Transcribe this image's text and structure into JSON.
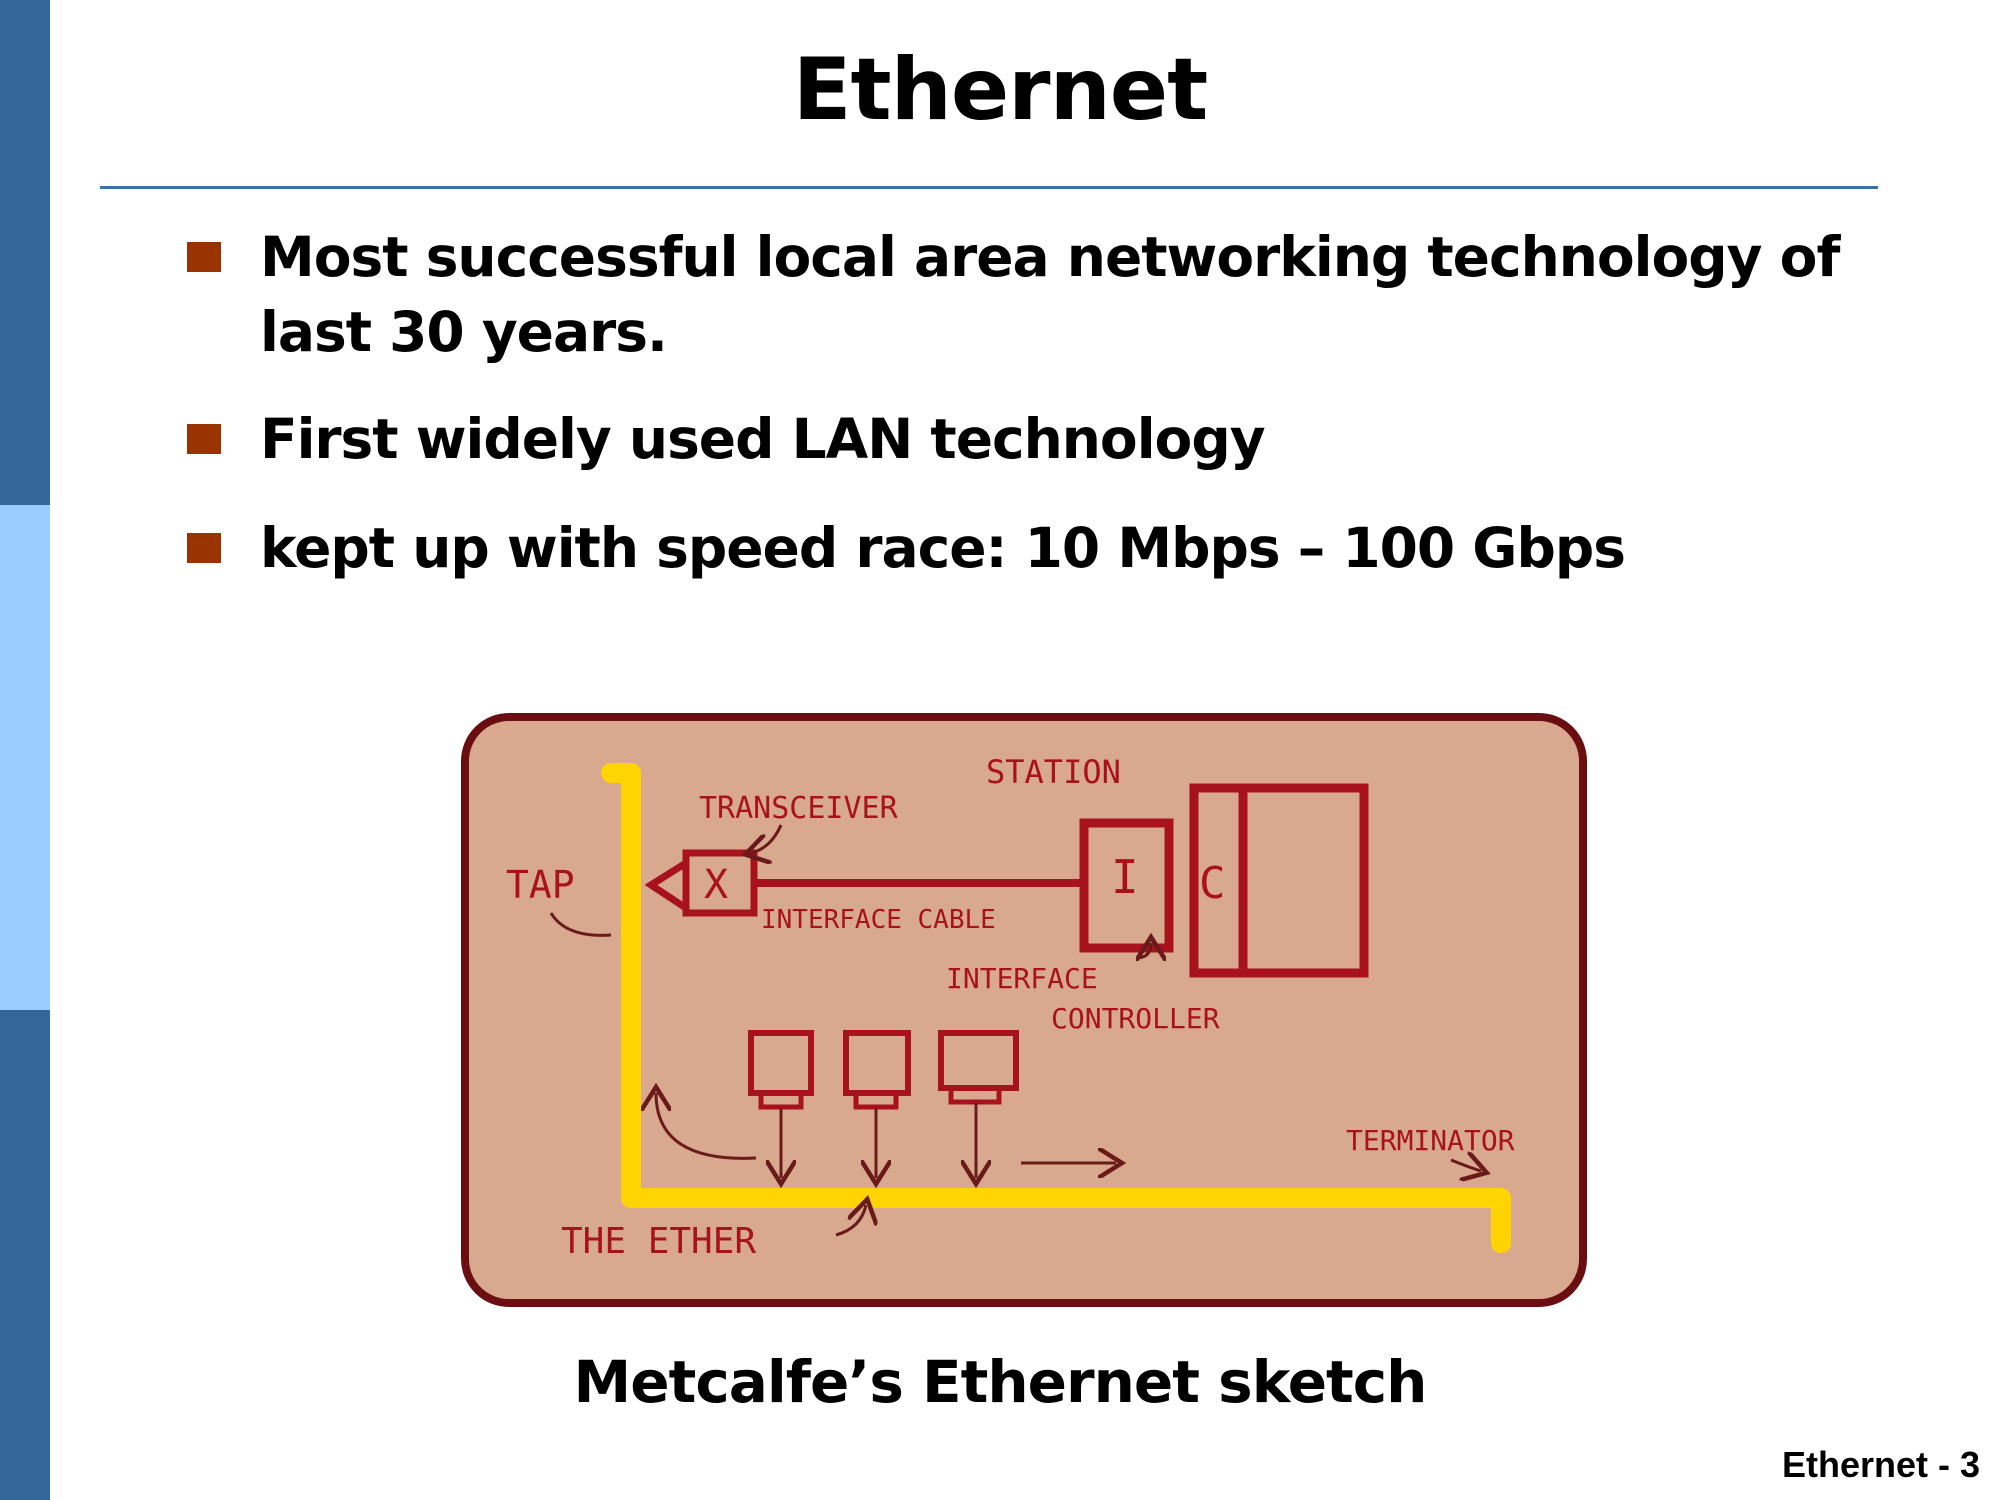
{
  "slide": {
    "title": "Ethernet",
    "footer": "Ethernet - 3",
    "caption": "Metcalfe’s Ethernet sketch"
  },
  "bullets": [
    "Most successful local area networking technology of last 30 years.",
    "First widely used LAN technology",
    "kept up with speed race: 10 Mbps – 100 Gbps"
  ],
  "sketch": {
    "labels": {
      "station": "STATION",
      "transceiver": "TRANSCEIVER",
      "tap": "TAP",
      "interface_cable": "INTERFACE CABLE",
      "interface_controller_1": "INTERFACE",
      "interface_controller_2": "CONTROLLER",
      "terminator": "TERMINATOR",
      "the_ether": "THE ETHER",
      "x_mark": "X",
      "i_mark": "I",
      "c_mark": "C"
    }
  },
  "colors": {
    "sidebar_dark": "#336699",
    "sidebar_light": "#99ccff",
    "rule": "#3f6ea8",
    "bullet_marker": "#993300",
    "sketch_bg": "#d9a98f",
    "sketch_ink": "#a8121c",
    "sketch_border": "#6b0e12",
    "ether_yellow": "#ffd400"
  }
}
